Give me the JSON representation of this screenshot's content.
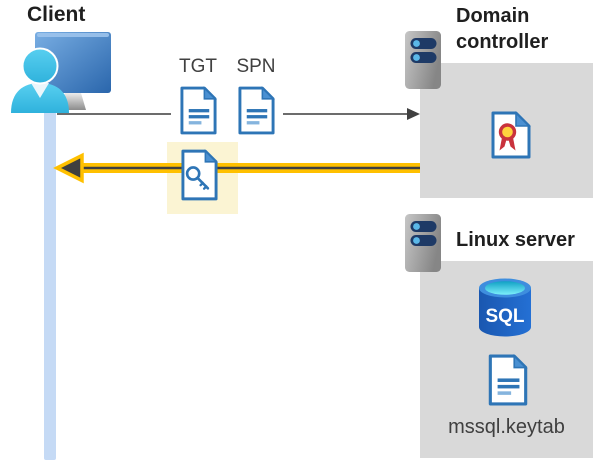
{
  "client": {
    "label": "Client"
  },
  "tickets": {
    "tgt_label": "TGT",
    "spn_label": "SPN"
  },
  "domain_controller": {
    "label_lines": [
      "Domain",
      "controller"
    ]
  },
  "linux_server": {
    "label": "Linux server"
  },
  "sql_database": {
    "label": "SQL"
  },
  "keytab_file": {
    "label": "mssql.keytab"
  },
  "icons": {
    "client_icon": "user-workstation-icon",
    "domain_controller_icon": "server-icon",
    "linux_server_icon": "server-icon",
    "tgt_icon": "document-icon",
    "spn_icon": "document-icon",
    "service_ticket_icon": "key-document-icon",
    "certificate_icon": "certificate-icon",
    "database_icon": "sql-database-icon",
    "keytab_icon": "document-icon"
  },
  "arrows": {
    "request": {
      "direction": "right",
      "color": "#575757"
    },
    "response": {
      "direction": "left",
      "color": "#ffc000"
    }
  },
  "colors": {
    "heading_text": "#1f1f1f",
    "label_text": "#404040",
    "box_gray": "#d9d9d9",
    "doc_blue": "#2e75b6",
    "doc_fold_blue": "#4a90d2",
    "doc_line_light_blue": "#85b4de",
    "lifeline_blue": "#c5daf5",
    "arrow_gray": "#575757",
    "arrow_yellow": "#ffc000",
    "arrow_dark": "#3f3f3f",
    "highlight_yellow": "#fbf4d3",
    "server_slot_navy": "#1e3a66",
    "server_dot_blue": "#5bb8e8",
    "person_teal": "#3ec1e6",
    "monitor_blue": "#2e6db4",
    "sql_blue": "#1c60c0",
    "sql_cyan": "#62e3f5",
    "cert_red": "#c9323c",
    "cert_yellow": "#ffd23e"
  }
}
